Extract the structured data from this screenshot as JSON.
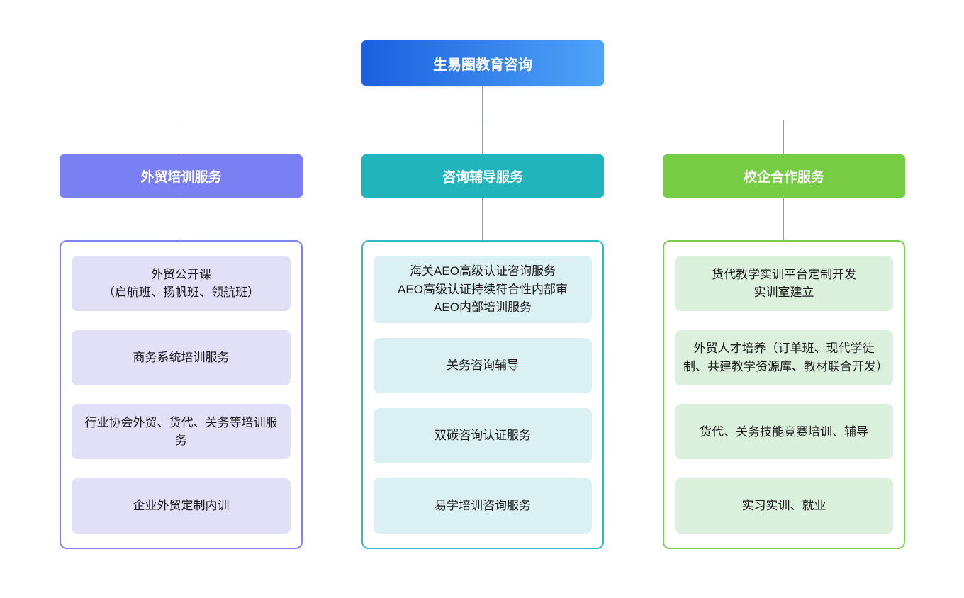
{
  "root": {
    "title": "生易圈教育咨询"
  },
  "colors": {
    "root_gradient_start": "#1b5fdf",
    "root_gradient_end": "#4fa4f7",
    "connector": "#979ca2",
    "branch_purple": "#7a80f2",
    "branch_purple_item_bg": "#e1e0f7",
    "branch_teal": "#21b4bb",
    "branch_teal_item_bg": "#daf0f3",
    "branch_green": "#76cc43",
    "branch_green_item_bg": "#dcf1dd"
  },
  "branches": [
    {
      "title": "外贸培训服务",
      "items": [
        "外贸公开课\n（启航班、扬帆班、领航班）",
        "商务系统培训服务",
        "行业协会外贸、货代、关务等培训服务",
        "企业外贸定制内训"
      ]
    },
    {
      "title": "咨询辅导服务",
      "items": [
        "海关AEO高级认证咨询服务\nAEO高级认证持续符合性内部审\nAEO内部培训服务",
        "关务咨询辅导",
        "双碳咨询认证服务",
        "易学培训咨询服务"
      ]
    },
    {
      "title": "校企合作服务",
      "items": [
        "货代教学实训平台定制开发\n实训室建立",
        "外贸人才培养（订单班、现代学徒制、共建教学资源库、教材联合开发）",
        "货代、关务技能竞赛培训、辅导",
        "实习实训、就业"
      ]
    }
  ]
}
